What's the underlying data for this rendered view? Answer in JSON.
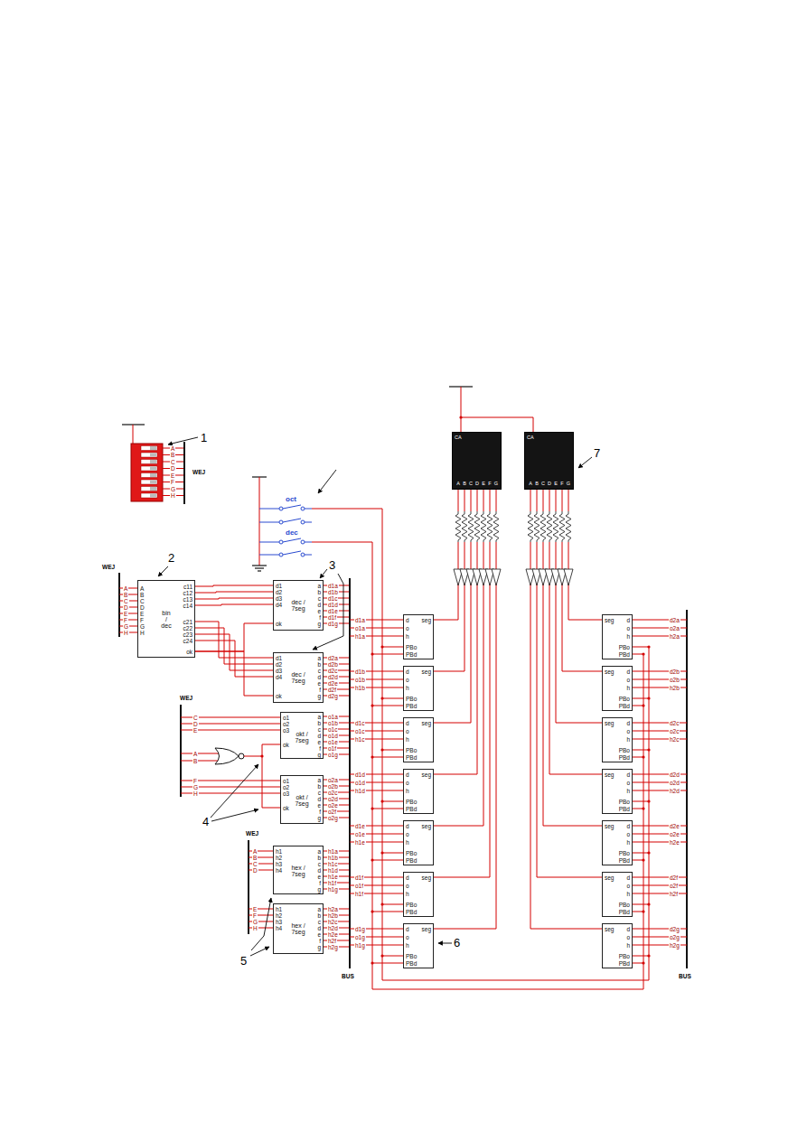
{
  "diagram": {
    "nodes": [
      {
        "text": [
          "CA",
          "A",
          "B",
          "C",
          "D",
          "E",
          "F",
          "G"
        ]
      },
      {
        "text": [
          "CA",
          "A",
          "B",
          "C",
          "D",
          "E",
          "F",
          "G"
        ]
      },
      {
        "text": [
          "A",
          "B",
          "C",
          "D",
          "E",
          "F",
          "G",
          "H",
          "bin / dec",
          "c11",
          "c12",
          "c13",
          "c14",
          "c21",
          "c22",
          "c23",
          "c24",
          "ok"
        ]
      },
      {
        "text": [
          "d1",
          "d2",
          "d3",
          "d4",
          "ok",
          "dec / 7seg",
          "a",
          "b",
          "c",
          "d",
          "e",
          "f",
          "g"
        ]
      },
      {
        "text": [
          "d1",
          "d2",
          "d3",
          "d4",
          "ok",
          "dec / 7seg",
          "a",
          "b",
          "c",
          "d",
          "e",
          "f",
          "g"
        ]
      },
      {
        "text": [
          "o1",
          "o2",
          "o3",
          "ok",
          "okt / 7seg",
          "a",
          "b",
          "c",
          "d",
          "e",
          "f",
          "g"
        ]
      },
      {
        "text": [
          "o1",
          "o2",
          "o3",
          "ok",
          "okt / 7seg",
          "a",
          "b",
          "c",
          "d",
          "e",
          "f",
          "g"
        ]
      },
      {
        "text": [
          "h1",
          "h2",
          "h3",
          "h4",
          "hex / 7seg",
          "a",
          "b",
          "c",
          "d",
          "e",
          "f",
          "g"
        ]
      },
      {
        "text": [
          "h1",
          "h2",
          "h3",
          "h4",
          "hex / 7seg",
          "a",
          "b",
          "c",
          "d",
          "e",
          "f",
          "g"
        ]
      },
      {
        "text": [
          "d",
          "o",
          "h",
          "PBo",
          "PBd",
          "seg"
        ]
      },
      {
        "text": [
          "d",
          "o",
          "h",
          "PBo",
          "PBd",
          "seg"
        ]
      },
      {
        "text": [
          "d",
          "o",
          "h",
          "PBo",
          "PBd",
          "seg"
        ]
      },
      {
        "text": [
          "d",
          "o",
          "h",
          "PBo",
          "PBd",
          "seg"
        ]
      },
      {
        "text": [
          "d",
          "o",
          "h",
          "PBo",
          "PBd",
          "seg"
        ]
      },
      {
        "text": [
          "d",
          "o",
          "h",
          "PBo",
          "PBd",
          "seg"
        ]
      },
      {
        "text": [
          "d",
          "o",
          "h",
          "PBo",
          "PBd",
          "seg"
        ]
      },
      {
        "text": [
          "seg",
          "d",
          "o",
          "h",
          "PBo",
          "PBd"
        ]
      },
      {
        "text": [
          "seg",
          "d",
          "o",
          "h",
          "PBo",
          "PBd"
        ]
      },
      {
        "text": [
          "seg",
          "d",
          "o",
          "h",
          "PBo",
          "PBd"
        ]
      },
      {
        "text": [
          "seg",
          "d",
          "o",
          "h",
          "PBo",
          "PBd"
        ]
      },
      {
        "text": [
          "seg",
          "d",
          "o",
          "h",
          "PBo",
          "PBd"
        ]
      },
      {
        "text": [
          "seg",
          "d",
          "o",
          "h",
          "PBo",
          "PBd"
        ]
      },
      {
        "text": [
          "seg",
          "d",
          "o",
          "h",
          "PBo",
          "PBd"
        ]
      }
    ],
    "edges": [
      {
        "from": 2,
        "to": 3,
        "arrow": "none"
      },
      {
        "from": 2,
        "to": 4,
        "arrow": "none"
      },
      {
        "from": 9,
        "to": 0,
        "arrow": "none"
      },
      {
        "from": 10,
        "to": 0,
        "arrow": "none"
      },
      {
        "from": 11,
        "to": 0,
        "arrow": "none"
      },
      {
        "from": 12,
        "to": 0,
        "arrow": "none"
      },
      {
        "from": 13,
        "to": 0,
        "arrow": "none"
      },
      {
        "from": 14,
        "to": 0,
        "arrow": "none"
      },
      {
        "from": 15,
        "to": 0,
        "arrow": "none"
      },
      {
        "from": 16,
        "to": 1,
        "arrow": "none"
      },
      {
        "from": 17,
        "to": 1,
        "arrow": "none"
      },
      {
        "from": 18,
        "to": 1,
        "arrow": "none"
      },
      {
        "from": 19,
        "to": 1,
        "arrow": "none"
      },
      {
        "from": 20,
        "to": 1,
        "arrow": "none"
      },
      {
        "from": 21,
        "to": 1,
        "arrow": "none"
      },
      {
        "from": 22,
        "to": 1,
        "arrow": "none"
      }
    ],
    "labels": [
      "1",
      "2",
      "3",
      "4",
      "5",
      "6",
      "7",
      "WEJ",
      "A",
      "B",
      "C",
      "D",
      "E",
      "F",
      "G",
      "H",
      "oct",
      "dec",
      "WEJ",
      "A",
      "B",
      "C",
      "D",
      "E",
      "F",
      "G",
      "H",
      "d1a",
      "d1b",
      "d1c",
      "d1d",
      "d1e",
      "d1f",
      "d1g",
      "d2a",
      "d2b",
      "d2c",
      "d2d",
      "d2e",
      "d2f",
      "d2g",
      "WEJ",
      "C",
      "D",
      "E",
      "A",
      "B",
      "F",
      "G",
      "H",
      "o1a",
      "o1b",
      "o1c",
      "o1d",
      "o1e",
      "o1f",
      "o1g",
      "o2a",
      "o2b",
      "o2c",
      "o2d",
      "o2e",
      "o2f",
      "o2g",
      "WEJ",
      "A",
      "B",
      "C",
      "D",
      "E",
      "F",
      "G",
      "H",
      "h1a",
      "h1b",
      "h1c",
      "h1d",
      "h1e",
      "h1f",
      "h1g",
      "h2a",
      "h2b",
      "h2c",
      "h2d",
      "h2e",
      "h2f",
      "h2g",
      "BUS",
      "BUS",
      "d1a",
      "o1a",
      "h1a",
      "d1b",
      "o1b",
      "h1b",
      "d1c",
      "o1c",
      "h1c",
      "d1d",
      "o1d",
      "h1d",
      "d1e",
      "o1e",
      "h1e",
      "d1f",
      "o1f",
      "h1f",
      "d1g",
      "o1g",
      "h1g",
      "d2a",
      "o2a",
      "h2a",
      "d2b",
      "o2b",
      "h2b",
      "d2c",
      "o2c",
      "h2c",
      "d2d",
      "o2d",
      "h2d",
      "d2e",
      "o2e",
      "h2e",
      "d2f",
      "o2f",
      "h2f",
      "d2g",
      "o2g",
      "h2g"
    ]
  }
}
